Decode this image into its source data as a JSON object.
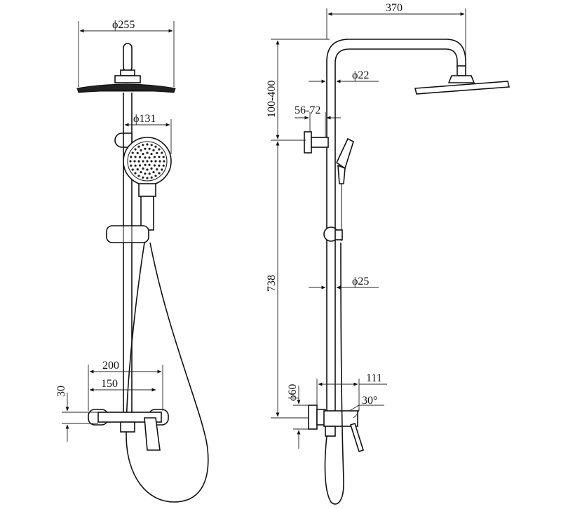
{
  "dimensions": {
    "head_diameter": "ϕ255",
    "hand_shower_diameter": "ϕ131",
    "arm_reach": "370",
    "arm_pipe_diameter": "ϕ22",
    "arm_height_range": "100-400",
    "bracket_range": "56-72",
    "riser_length": "738",
    "riser_diameter": "ϕ25",
    "mixer_diameter": "ϕ60",
    "handle_projection": "111",
    "handle_angle": "30°",
    "outer_centers": "200",
    "inner_centers": "150",
    "base_height": "30"
  }
}
